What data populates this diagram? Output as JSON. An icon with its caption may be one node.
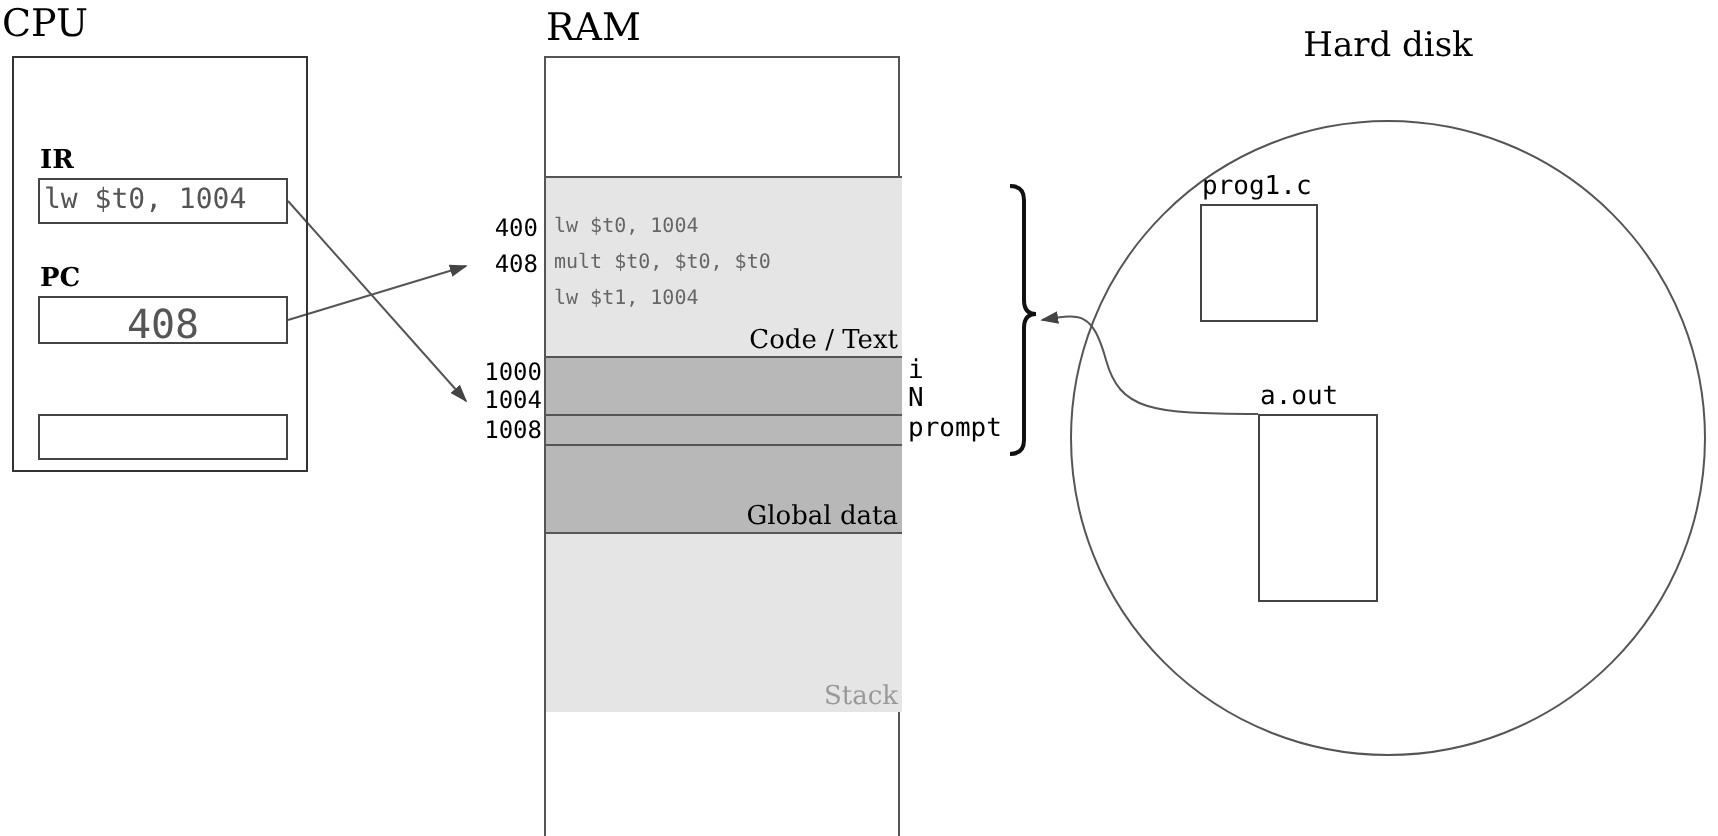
{
  "diagram": {
    "nodes": [
      {
        "text": [
          "CPU"
        ]
      },
      {
        "text": [
          "IR",
          "lw $t0, 1004"
        ],
        "in": 0
      },
      {
        "text": [
          "PC",
          "408"
        ],
        "in": 0
      },
      {
        "text": [],
        "shape": "box",
        "in": 0
      },
      {
        "text": [
          "RAM"
        ]
      },
      {
        "text": [
          "Code / Text"
        ],
        "in": 4
      },
      {
        "text": [
          "lw $t0, 1004"
        ],
        "beside": [
          "400"
        ],
        "in": 5
      },
      {
        "text": [
          "mult $t0, $t0, $t0"
        ],
        "beside": [
          "408"
        ],
        "in": 5
      },
      {
        "text": [
          "lw $t1, 1004"
        ],
        "in": 5
      },
      {
        "text": [
          "Global data"
        ],
        "in": 4
      },
      {
        "text": [],
        "shape": "bar",
        "beside": [
          "1000",
          "i"
        ],
        "in": 9
      },
      {
        "text": [],
        "shape": "bar",
        "beside": [
          "1004",
          "N"
        ],
        "in": 9
      },
      {
        "text": [],
        "shape": "bar",
        "beside": [
          "1008",
          "prompt"
        ],
        "in": 9
      },
      {
        "text": [
          "Stack"
        ],
        "in": 4
      },
      {
        "text": [
          "Hard disk"
        ]
      },
      {
        "text": [
          "prog1.c"
        ],
        "in": 14
      },
      {
        "text": [
          "a.out"
        ],
        "in": 14
      },
      {
        "text": [],
        "shape": "brace"
      }
    ],
    "edges": [
      {
        "from": 1,
        "to": 11,
        "arrow": "to"
      },
      {
        "from": 2,
        "to": 7,
        "arrow": "to"
      },
      {
        "from": 16,
        "to": 17,
        "arrow": "to"
      }
    ]
  }
}
